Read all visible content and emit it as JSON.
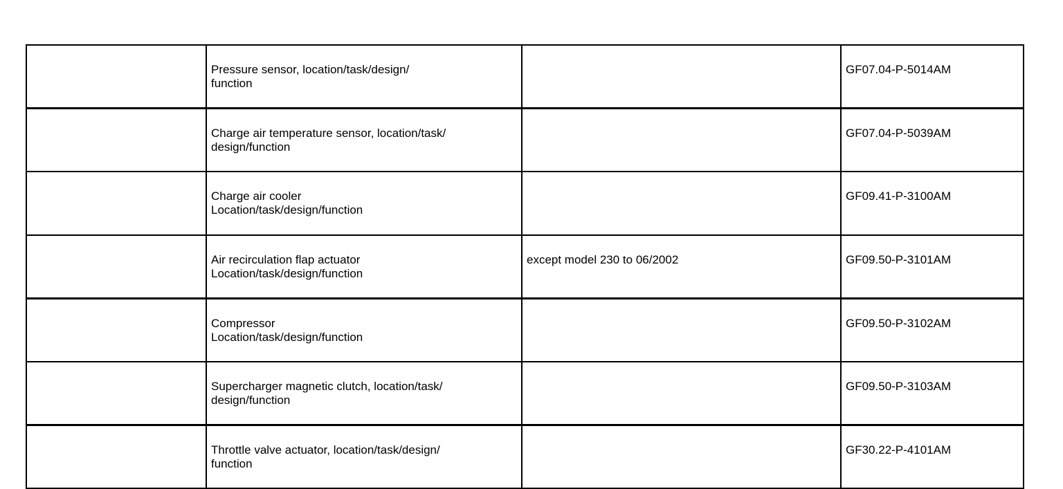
{
  "document": {
    "background_color": "#ffffff",
    "text_color": "#000000",
    "border_color": "#000000"
  },
  "table": {
    "columns": [
      {
        "key": "marker",
        "header": ""
      },
      {
        "key": "subject",
        "header": ""
      },
      {
        "key": "note",
        "header": ""
      },
      {
        "key": "code",
        "header": ""
      }
    ],
    "rows": [
      {
        "marker": "",
        "subject": "Pressure sensor, location/task/design/\nfunction",
        "note": "",
        "code": "GF07.04-P-5014AM"
      },
      {
        "marker": "",
        "subject": "Charge air temperature sensor, location/task/\ndesign/function",
        "note": "",
        "code": "GF07.04-P-5039AM"
      },
      {
        "marker": "",
        "subject": "Charge air cooler\nLocation/task/design/function",
        "note": "",
        "code": "GF09.41-P-3100AM"
      },
      {
        "marker": "",
        "subject": "Air recirculation flap actuator\nLocation/task/design/function",
        "note": "except model 230 to 06/2002",
        "code": "GF09.50-P-3101AM"
      },
      {
        "marker": "",
        "subject": "Compressor\nLocation/task/design/function",
        "note": "",
        "code": "GF09.50-P-3102AM"
      },
      {
        "marker": "",
        "subject": "Supercharger magnetic clutch, location/task/\ndesign/function",
        "note": "",
        "code": "GF09.50-P-3103AM"
      },
      {
        "marker": "",
        "subject": "Throttle valve actuator, location/task/design/\nfunction",
        "note": "",
        "code": "GF30.22-P-4101AM"
      }
    ]
  }
}
